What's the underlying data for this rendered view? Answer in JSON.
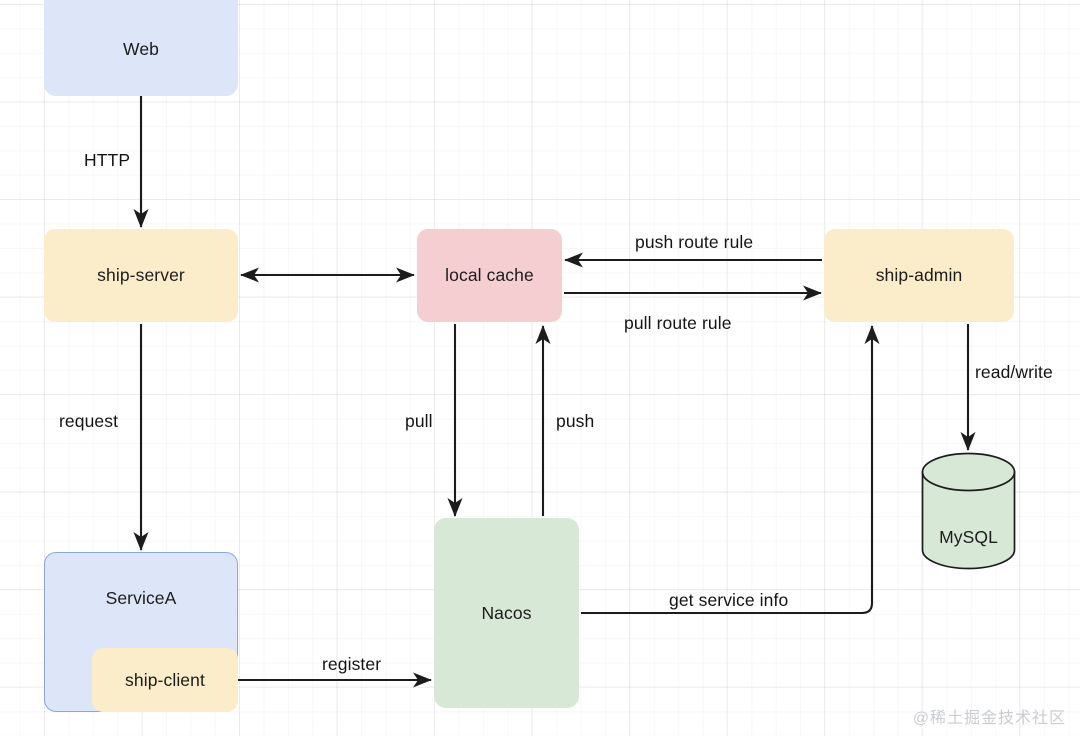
{
  "diagram": {
    "title_watermark": "@稀土掘金技术社区",
    "nodes": [
      {
        "id": "web",
        "label": "Web",
        "shape": "rounded-rect",
        "color": "#dce6f8"
      },
      {
        "id": "ship-server",
        "label": "ship-server",
        "shape": "rounded-rect",
        "color": "#fcedca"
      },
      {
        "id": "local-cache",
        "label": "local cache",
        "shape": "rounded-rect",
        "color": "#f4ced1"
      },
      {
        "id": "ship-admin",
        "label": "ship-admin",
        "shape": "rounded-rect",
        "color": "#fcedca"
      },
      {
        "id": "servicea",
        "label": "ServiceA",
        "shape": "rounded-rect",
        "color": "#dce6f8"
      },
      {
        "id": "ship-client",
        "label": "ship-client",
        "shape": "rounded-rect",
        "color": "#fcedca"
      },
      {
        "id": "nacos",
        "label": "Nacos",
        "shape": "rounded-rect",
        "color": "#d8e8d6"
      },
      {
        "id": "mysql",
        "label": "MySQL",
        "shape": "cylinder",
        "color": "#d8e8d6"
      }
    ],
    "edges": [
      {
        "id": "web-to-ship-server",
        "label": "HTTP",
        "from": "web",
        "to": "ship-server",
        "arrow": "single"
      },
      {
        "id": "ship-server-local-cache",
        "label": "",
        "from": "ship-server",
        "to": "local-cache",
        "arrow": "double"
      },
      {
        "id": "ship-admin-push",
        "label": "push route rule",
        "from": "ship-admin",
        "to": "local-cache",
        "arrow": "single"
      },
      {
        "id": "local-cache-pull",
        "label": "pull route rule",
        "from": "local-cache",
        "to": "ship-admin",
        "arrow": "single"
      },
      {
        "id": "ship-admin-mysql",
        "label": "read/write",
        "from": "ship-admin",
        "to": "mysql",
        "arrow": "single"
      },
      {
        "id": "ship-server-servicea",
        "label": "request",
        "from": "ship-server",
        "to": "servicea",
        "arrow": "single"
      },
      {
        "id": "local-cache-nacos-pull",
        "label": "pull",
        "from": "local-cache",
        "to": "nacos",
        "arrow": "single"
      },
      {
        "id": "nacos-local-cache-push",
        "label": "push",
        "from": "nacos",
        "to": "local-cache",
        "arrow": "single"
      },
      {
        "id": "ship-client-nacos",
        "label": "register",
        "from": "ship-client",
        "to": "nacos",
        "arrow": "single"
      },
      {
        "id": "nacos-ship-admin",
        "label": "get service info",
        "from": "nacos",
        "to": "ship-admin",
        "arrow": "single"
      }
    ],
    "labels": {
      "http": "HTTP",
      "push_route_rule": "push route rule",
      "pull_route_rule": "pull route rule",
      "read_write": "read/write",
      "request": "request",
      "pull": "pull",
      "push": "push",
      "register": "register",
      "get_service_info": "get service info"
    },
    "style": {
      "line_color": "#1c1c1c",
      "grid_color": "#e8e8e8",
      "background": "#ffffff"
    }
  }
}
